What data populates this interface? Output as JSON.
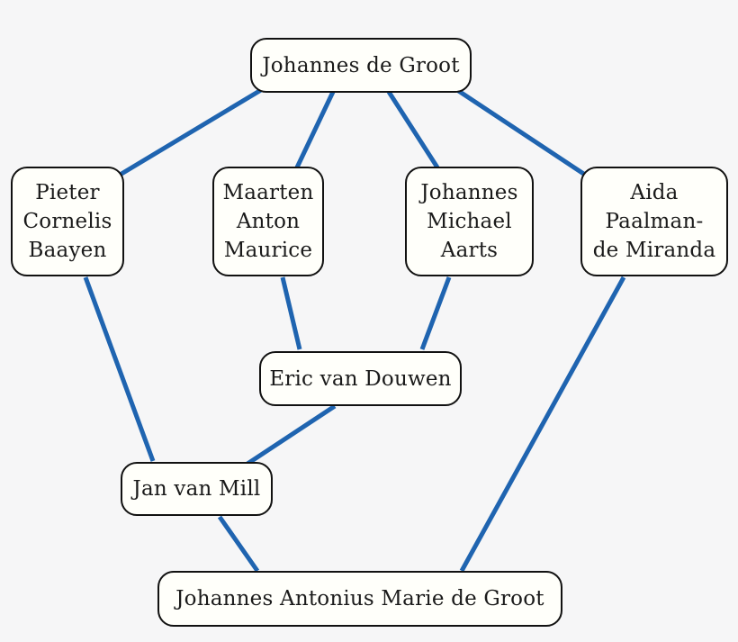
{
  "diagram": {
    "nodes": [
      {
        "id": "n0",
        "label": "Johannes de Groot"
      },
      {
        "id": "n1",
        "label": "Pieter\nCornelis\nBaayen"
      },
      {
        "id": "n2",
        "label": "Maarten\nAnton\nMaurice"
      },
      {
        "id": "n3",
        "label": "Johannes\nMichael\nAarts"
      },
      {
        "id": "n4",
        "label": "Aida\nPaalman-\nde Miranda"
      },
      {
        "id": "n5",
        "label": "Eric van Douwen"
      },
      {
        "id": "n6",
        "label": "Jan van Mill"
      },
      {
        "id": "n7",
        "label": "Johannes Antonius Marie de Groot"
      }
    ],
    "edges": [
      [
        "n0",
        "n1"
      ],
      [
        "n0",
        "n2"
      ],
      [
        "n0",
        "n3"
      ],
      [
        "n0",
        "n4"
      ],
      [
        "n2",
        "n5"
      ],
      [
        "n3",
        "n5"
      ],
      [
        "n1",
        "n6"
      ],
      [
        "n5",
        "n6"
      ],
      [
        "n6",
        "n7"
      ],
      [
        "n4",
        "n7"
      ]
    ],
    "colors": {
      "edge": "#1f64b0",
      "node_fill": "#fffffa",
      "node_border": "#111111",
      "background": "#f6f6f7"
    }
  }
}
